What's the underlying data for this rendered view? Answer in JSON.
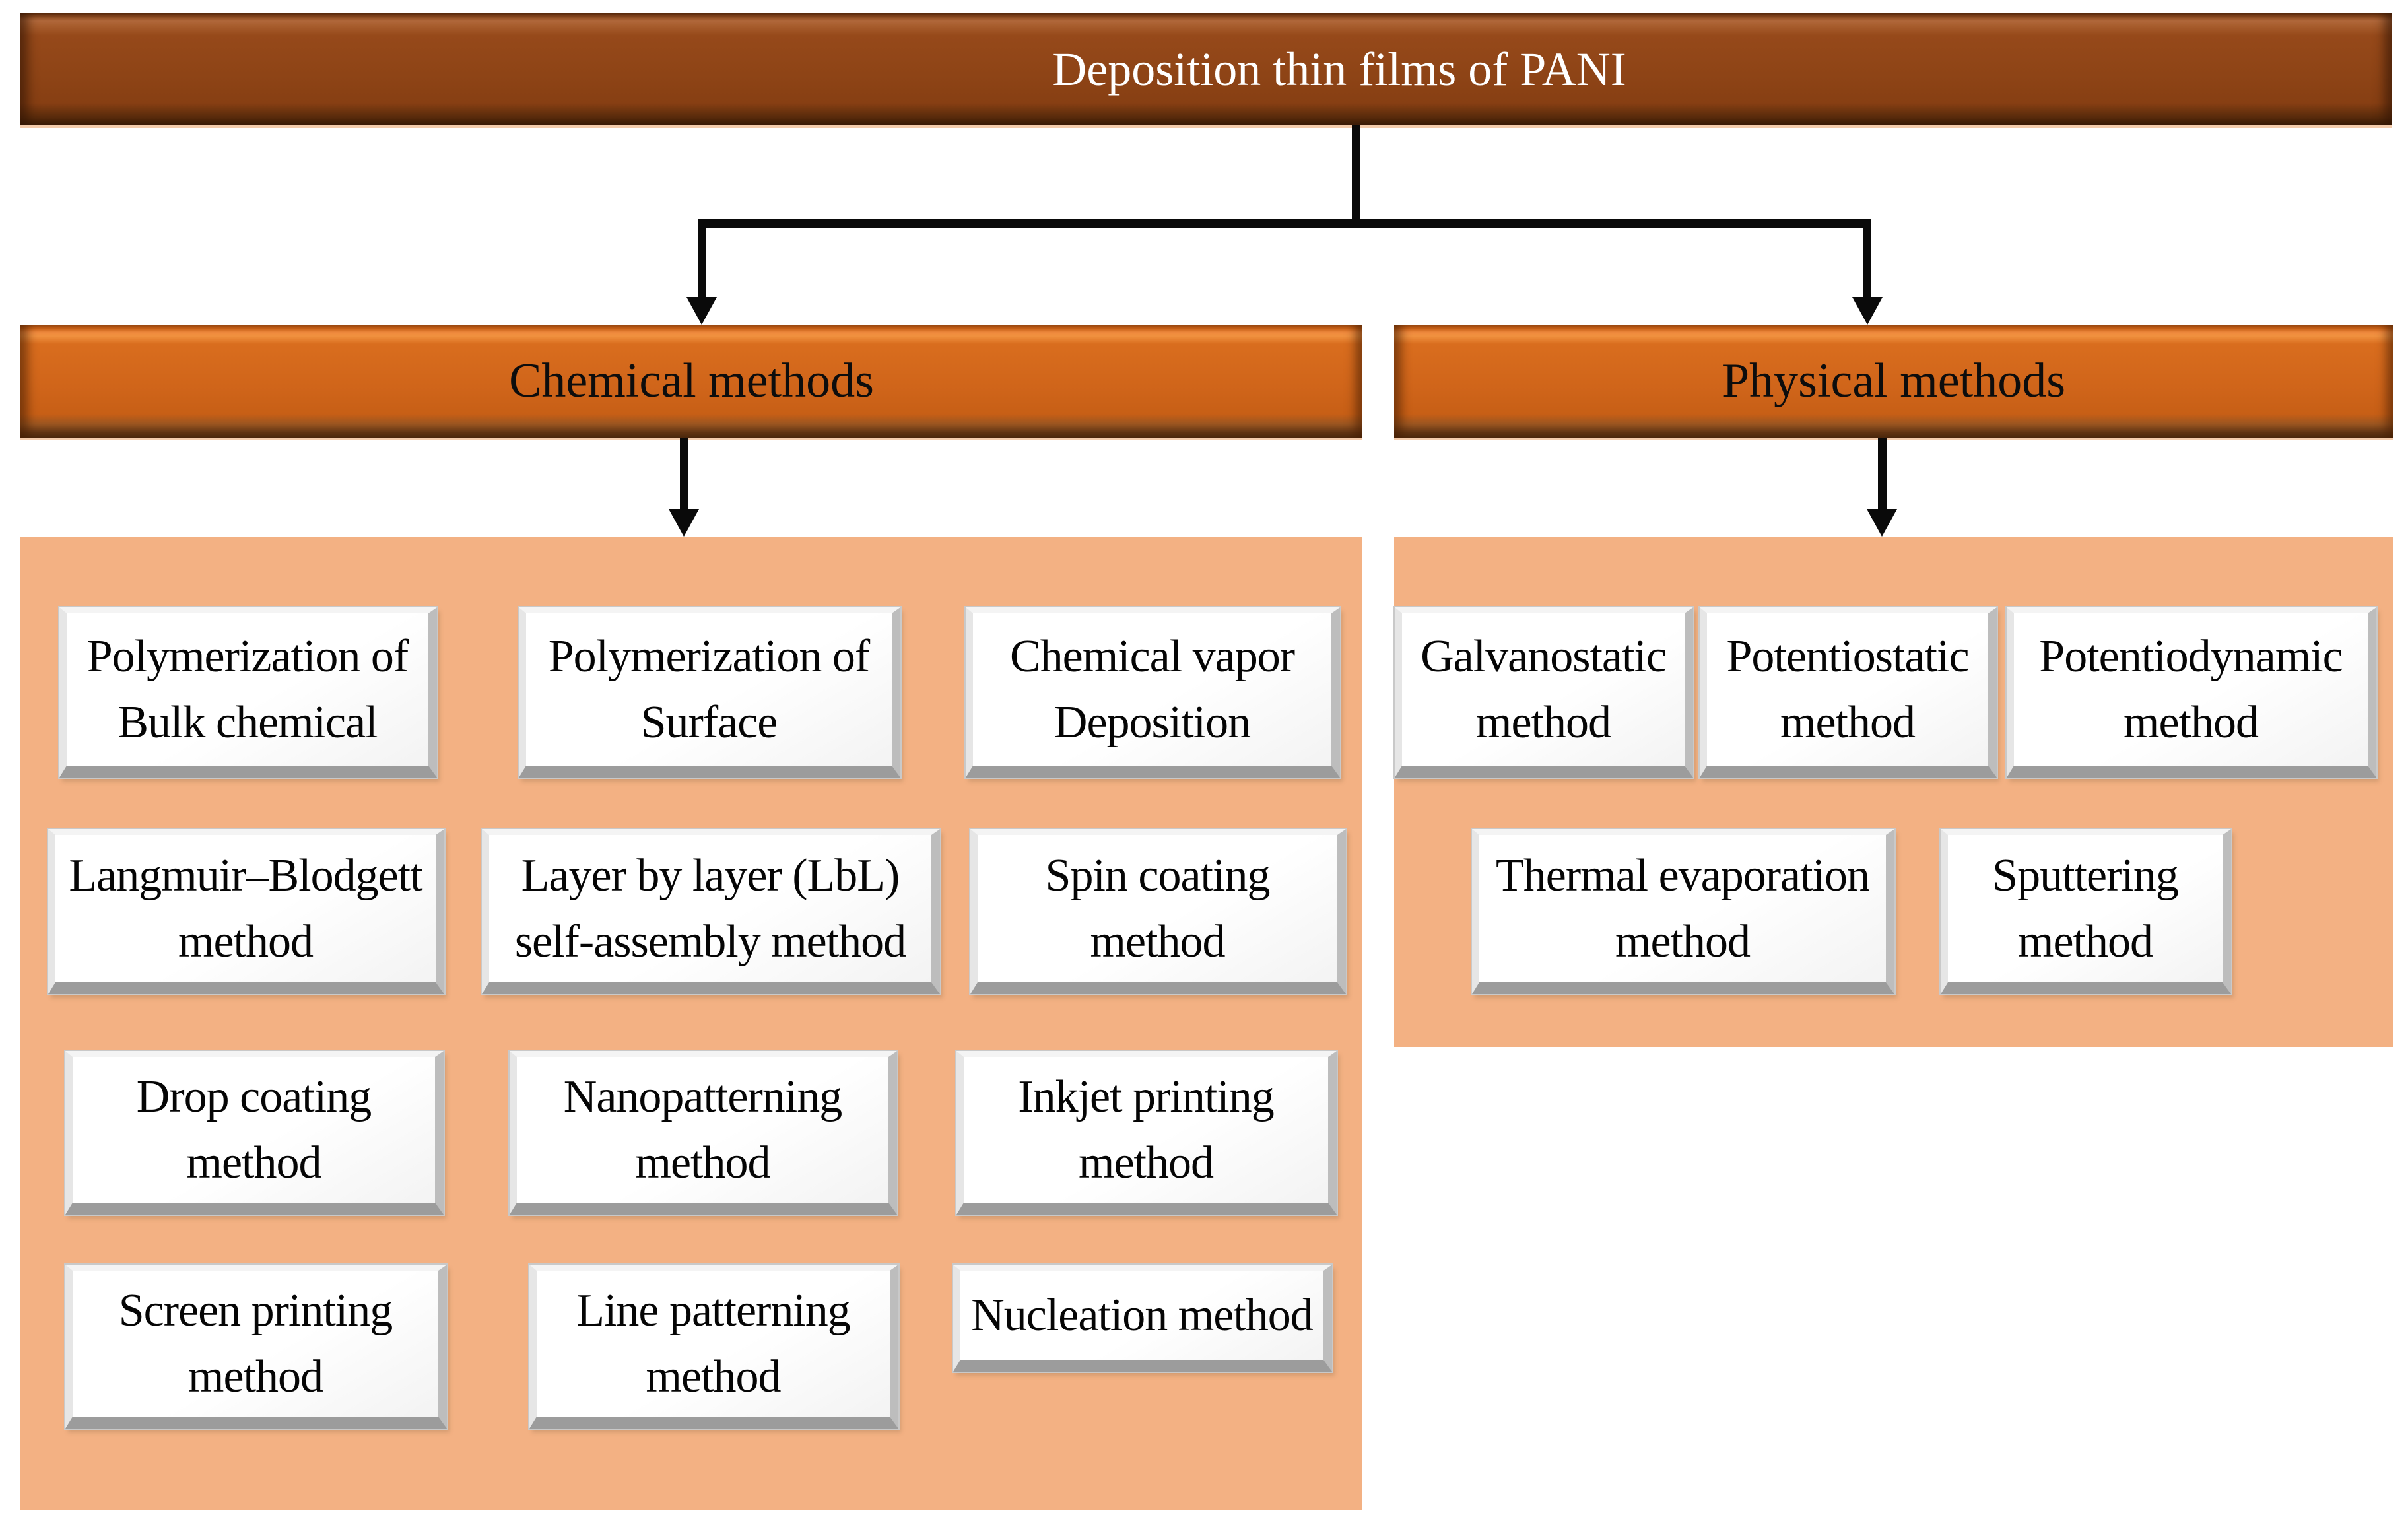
{
  "title": {
    "label": "Deposition thin films of PANI"
  },
  "branches": {
    "chemical": {
      "label": "Chemical methods",
      "methods": [
        "Polymerization of\nBulk chemical",
        "Polymerization of\nSurface",
        "Chemical vapor\nDeposition",
        "Langmuir–Blodgett\nmethod",
        "Layer by layer (LbL)\nself-assembly method",
        "Spin coating\nmethod",
        "Drop coating\nmethod",
        "Nanopatterning\nmethod",
        "Inkjet printing\nmethod",
        "Screen printing\nmethod",
        "Line patterning\nmethod",
        "Nucleation method"
      ]
    },
    "physical": {
      "label": "Physical methods",
      "methods": [
        "Galvanostatic\nmethod",
        "Potentiostatic\nmethod",
        "Potentiodynamic\nmethod",
        "Thermal evaporation\nmethod",
        "Sputtering\nmethod"
      ]
    }
  },
  "colors": {
    "title_bar_brown": "#8E4416",
    "branch_bar_orange": "#D0651A",
    "panel_peach": "#F3B183",
    "box_face_white": "#FFFFFF",
    "connector_black": "#0A0A0A",
    "title_text": "#FFFFFF",
    "branch_text": "#0D0D0D"
  }
}
